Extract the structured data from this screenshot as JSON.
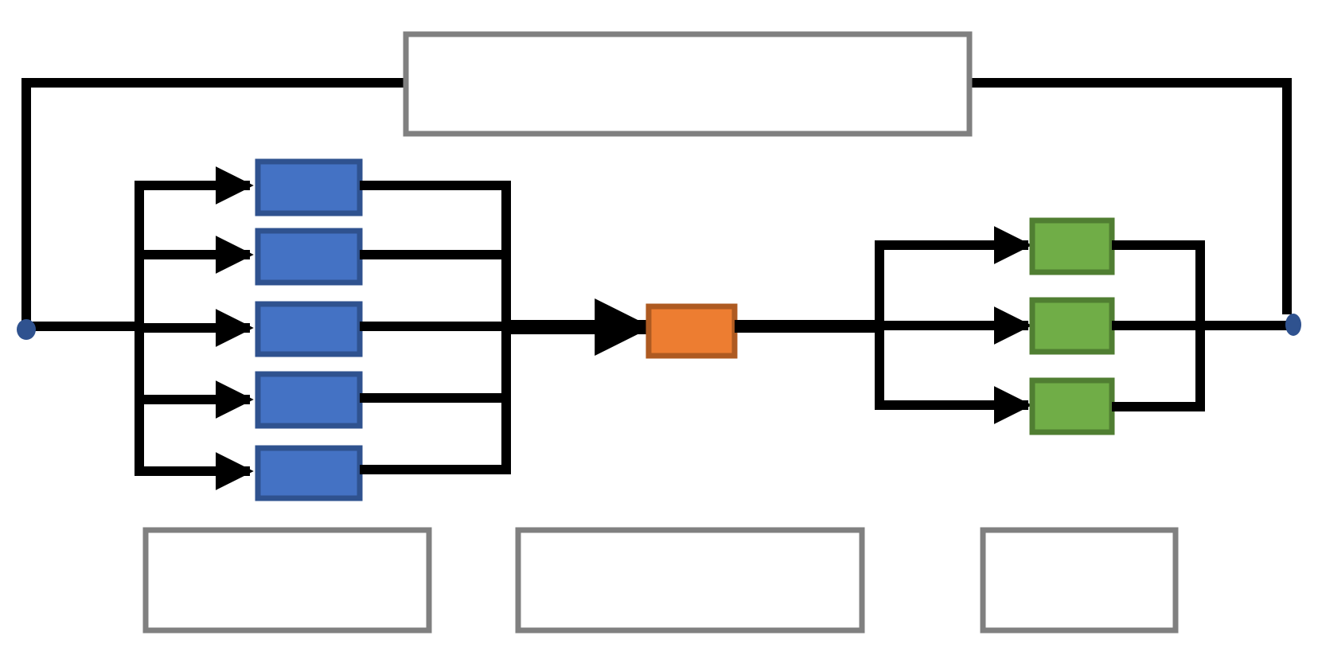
{
  "colors": {
    "background": "#ffffff",
    "connector": "#000000",
    "label_box_stroke": "#808080",
    "blue_fill": "#4472c4",
    "blue_stroke": "#2f528f",
    "orange_fill": "#ed7d31",
    "orange_stroke": "#ae5a21",
    "green_fill": "#70ad47",
    "green_stroke": "#507e32",
    "endpoint": "#2f528f"
  },
  "labels": {
    "top": "",
    "bottom_left": "",
    "bottom_middle": "",
    "bottom_right": ""
  },
  "stages": {
    "first": {
      "node_count": 5,
      "node_labels": [
        "",
        "",
        "",
        "",
        ""
      ]
    },
    "middle": {
      "node_count": 1,
      "node_labels": [
        ""
      ]
    },
    "last": {
      "node_count": 3,
      "node_labels": [
        "",
        "",
        ""
      ]
    }
  }
}
